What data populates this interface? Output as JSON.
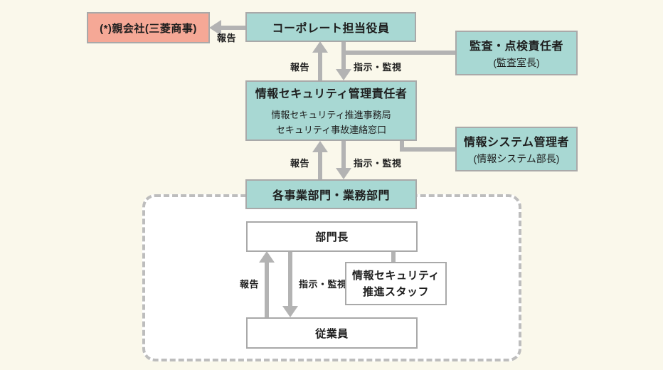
{
  "diagram": {
    "colors": {
      "background": "#faf8eb",
      "teal_box": "#a8d8d3",
      "pink_box": "#f5a896",
      "box_border": "#a9a9a9",
      "connector_gray": "#b3b3b3",
      "dashed_area_fill": "#ffffff",
      "text": "#1e1e1e"
    },
    "nodes": {
      "parent_company": {
        "label": "(*)親会社(三菱商事)"
      },
      "corporate_officer": {
        "label": "コーポレート担当役員"
      },
      "audit_manager": {
        "title": "監査・点検責任者",
        "subtitle": "(監査室長)"
      },
      "infosec_manager": {
        "title": "情報セキュリティ管理責任者",
        "note1": "情報セキュリティ推進事務局",
        "note2": "セキュリティ事故連絡窓口"
      },
      "infosys_manager": {
        "title": "情報システム管理者",
        "subtitle": "(情報システム部長)"
      },
      "business_divisions": {
        "label": "各事業部門・業務部門"
      },
      "department_head": {
        "label": "部門長"
      },
      "security_staff": {
        "line1": "情報セキュリティ",
        "line2": "推進スタッフ"
      },
      "employees": {
        "label": "従業員"
      }
    },
    "edge_labels": {
      "report_parent": "報告",
      "report_top": "報告",
      "direct_top": "指示・監視",
      "report_mid": "報告",
      "direct_mid": "指示・監視",
      "report_bottom": "報告",
      "direct_bottom": "指示・監視"
    }
  }
}
